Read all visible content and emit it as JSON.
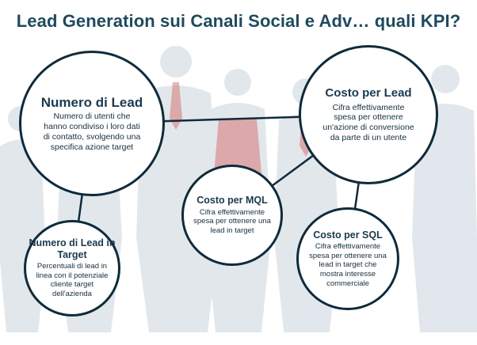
{
  "title": "Lead Generation sui Canali Social e Adv… quali KPI?",
  "colors": {
    "title": "#1e4a5e",
    "circle_border": "#0f2a3b",
    "line": "#0f2a3b",
    "background_people": "#c9d4dc"
  },
  "nodes": [
    {
      "id": "numero-di-lead",
      "heading": "Numero di Lead",
      "text": "Numero di utenti che hanno condiviso i loro dati di contatto, svolgendo una specifica azione target"
    },
    {
      "id": "costo-per-lead",
      "heading": "Costo per Lead",
      "text": "Cifra effettivamente spesa per ottenere un'azione di conversione da parte di un utente"
    },
    {
      "id": "costo-per-mql",
      "heading": "Costo per MQL",
      "text": "Cifra effettivamente spesa per ottenere una lead in target"
    },
    {
      "id": "numero-di-lead-in-target",
      "heading": "Numero di Lead in Target",
      "text": "Percentuali di lead in linea con il potenziale cliente target dell'azienda"
    },
    {
      "id": "costo-per-sql",
      "heading": "Costo per SQL",
      "text": "Cifra effettivamente spesa per ottenere una lead in target che mostra interesse commerciale"
    }
  ],
  "links": [
    [
      "numero-di-lead",
      "costo-per-lead"
    ],
    [
      "numero-di-lead",
      "numero-di-lead-in-target"
    ],
    [
      "costo-per-lead",
      "costo-per-mql"
    ],
    [
      "costo-per-lead",
      "costo-per-sql"
    ]
  ]
}
